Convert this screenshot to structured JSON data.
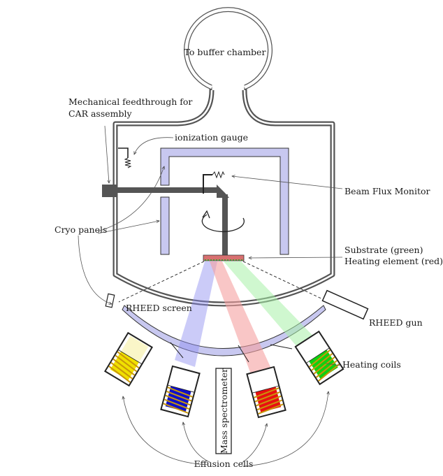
{
  "labels": {
    "buffer_chamber": "To buffer chamber",
    "feedthrough_line1": "Mechanical feedthrough for",
    "feedthrough_line2": "CAR assembly",
    "ionization_gauge": "ionization gauge",
    "beam_flux_monitor": "Beam Flux Monitor",
    "cryo_panels": "Cryo panels",
    "substrate": "Substrate (green)",
    "heating_element": "Heating element (red)",
    "rheed_screen": "RHEED screen",
    "rheed_gun": "RHEED gun",
    "heating_coils": "Heating coils",
    "mass_spectrometer": "Mass spectrometer",
    "effusion_cells": "Effusion cells"
  },
  "colors": {
    "chamber_wall": "#555555",
    "cryo_panel": "#c8c8f0",
    "beam_blue": "#8c8cf0",
    "beam_red": "#f5a0a0",
    "beam_green": "#a8f0a8",
    "cell_yellow": "#f0e000",
    "cell_blue": "#1010c8",
    "cell_red": "#e81010",
    "cell_green": "#10d010",
    "coil": "#c8960a"
  }
}
